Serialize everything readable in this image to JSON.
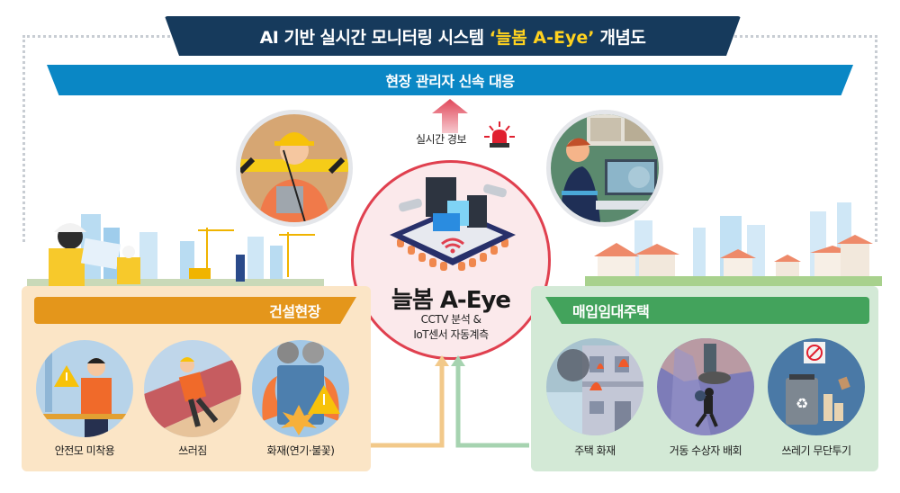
{
  "header": {
    "title_prefix": "AI 기반 실시간 모니터링 시스템",
    "title_highlight": "‘늘봄 A-Eye’",
    "title_suffix": "개념도"
  },
  "response_bar": {
    "label": "현장 관리자 신속 대응"
  },
  "alert": {
    "label": "실시간 경보",
    "icon": "siren-icon"
  },
  "hub": {
    "title": "늘봄 A-Eye",
    "subtitle_line1": "CCTV 분석 &",
    "subtitle_line2": "IoT센서 자동계측"
  },
  "top_circles": [
    {
      "name": "site-manager-walkie-talkie",
      "description": "construction worker with radio and clipboard"
    },
    {
      "name": "monitoring-operator",
      "description": "operator at CCTV monitoring desk"
    }
  ],
  "panels": {
    "construction": {
      "label": "건설현장",
      "color": "#e4961b",
      "bg": "#fbe5c6",
      "items": [
        {
          "label": "안전모 미착용"
        },
        {
          "label": "쓰러짐"
        },
        {
          "label": "화재(연기·불꽃)"
        }
      ]
    },
    "housing": {
      "label": "매입임대주택",
      "color": "#43a35c",
      "bg": "#d3e9d6",
      "items": [
        {
          "label": "주택 화재"
        },
        {
          "label": "거동 수상자 배회"
        },
        {
          "label": "쓰레기 무단투기"
        }
      ]
    }
  },
  "colors": {
    "title_bg": "#163a5c",
    "title_highlight": "#ffd21f",
    "response_bar": "#0a87c5",
    "hub_border": "#e0404f",
    "hub_bg": "#fbe9eb",
    "connector_left": "#f2c98a",
    "connector_right": "#a6d3b0"
  }
}
